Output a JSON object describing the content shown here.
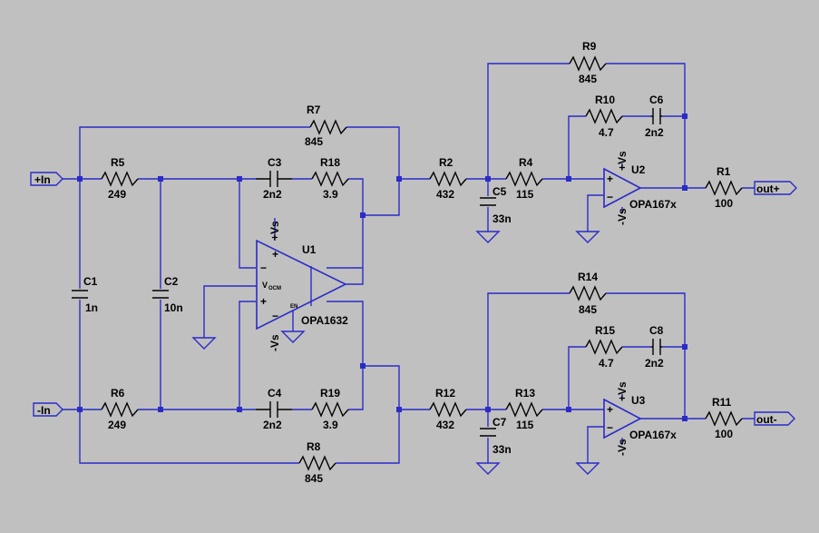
{
  "ports": {
    "in_p": "+In",
    "in_n": "-In",
    "out_p": "out+",
    "out_n": "out-"
  },
  "components": {
    "R1": {
      "ref": "R1",
      "value": "100"
    },
    "R2": {
      "ref": "R2",
      "value": "432"
    },
    "R4": {
      "ref": "R4",
      "value": "115"
    },
    "R5": {
      "ref": "R5",
      "value": "249"
    },
    "R6": {
      "ref": "R6",
      "value": "249"
    },
    "R7": {
      "ref": "R7",
      "value": "845"
    },
    "R8": {
      "ref": "R8",
      "value": "845"
    },
    "R9": {
      "ref": "R9",
      "value": "845"
    },
    "R10": {
      "ref": "R10",
      "value": "4.7"
    },
    "R11": {
      "ref": "R11",
      "value": "100"
    },
    "R12": {
      "ref": "R12",
      "value": "432"
    },
    "R13": {
      "ref": "R13",
      "value": "115"
    },
    "R14": {
      "ref": "R14",
      "value": "845"
    },
    "R15": {
      "ref": "R15",
      "value": "4.7"
    },
    "R18": {
      "ref": "R18",
      "value": "3.9"
    },
    "R19": {
      "ref": "R19",
      "value": "3.9"
    },
    "C1": {
      "ref": "C1",
      "value": "1n"
    },
    "C2": {
      "ref": "C2",
      "value": "10n"
    },
    "C3": {
      "ref": "C3",
      "value": "2n2"
    },
    "C4": {
      "ref": "C4",
      "value": "2n2"
    },
    "C5": {
      "ref": "C5",
      "value": "33n"
    },
    "C6": {
      "ref": "C6",
      "value": "2n2"
    },
    "C7": {
      "ref": "C7",
      "value": "33n"
    },
    "C8": {
      "ref": "C8",
      "value": "2n2"
    },
    "U1": {
      "ref": "U1",
      "value": "OPA1632"
    },
    "U2": {
      "ref": "U2",
      "value": "OPA167x"
    },
    "U3": {
      "ref": "U3",
      "value": "OPA167x"
    }
  },
  "pins": {
    "plus_vs": "+Vs",
    "minus_vs": "-Vs",
    "plus": "+",
    "minus": "−",
    "vocm": "V",
    "vocm_sub": "OCM",
    "en": "EN"
  },
  "colors": {
    "wire": "#2b2bc8",
    "background": "#c0c0c0",
    "component": "#000000"
  }
}
